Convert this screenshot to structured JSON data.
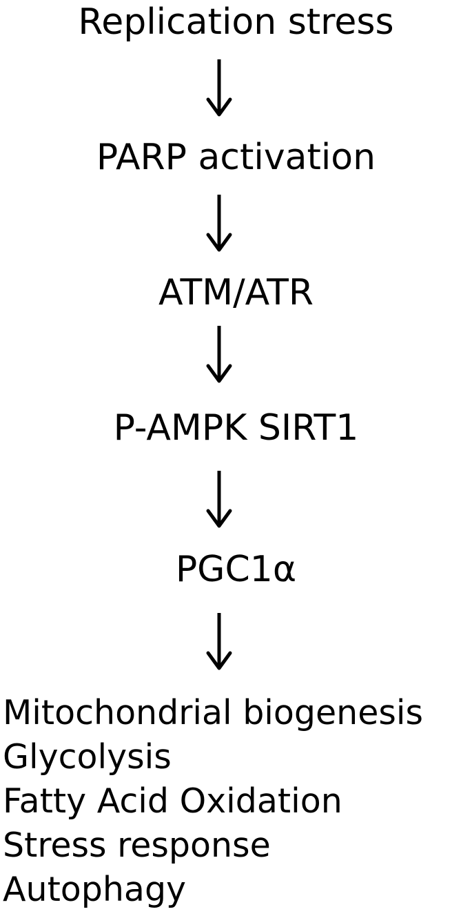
{
  "pathway": {
    "steps": [
      "Replication stress",
      "PARP activation",
      "ATM/ATR",
      "P-AMPK SIRT1",
      "PGC1α"
    ],
    "outcomes": [
      "Mitochondrial biogenesis",
      "Glycolysis",
      "Fatty Acid Oxidation",
      "Stress response",
      "Autophagy"
    ]
  },
  "colors": {
    "text": "#000000",
    "arrow": "#000000",
    "background": "#ffffff"
  },
  "icons": {
    "connector": "arrow-down-icon"
  }
}
